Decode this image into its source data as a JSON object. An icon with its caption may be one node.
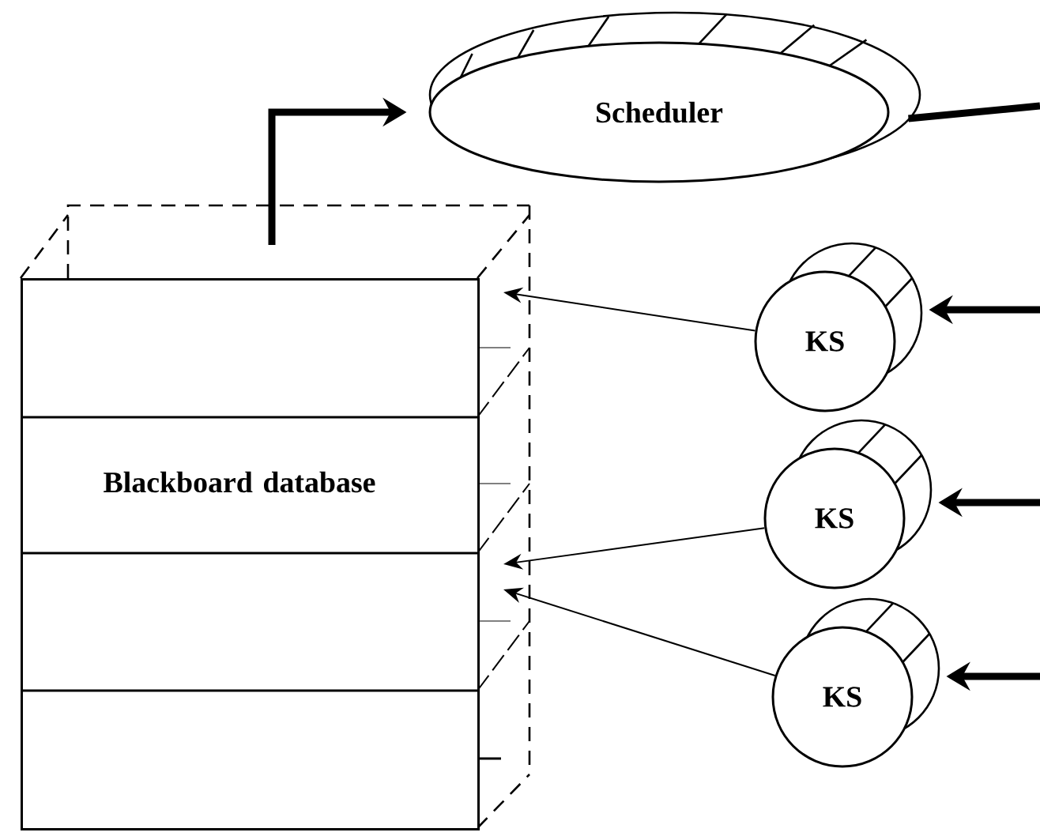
{
  "diagram": {
    "nodes": [
      {
        "text": [
          "Blackboard database"
        ]
      },
      {
        "text": [
          "Scheduler"
        ]
      },
      {
        "text": [
          "KS"
        ]
      },
      {
        "text": [
          "KS"
        ]
      },
      {
        "text": [
          "KS"
        ]
      }
    ],
    "edges": [
      {
        "from": 0,
        "to": 1,
        "arrow": "to"
      },
      {
        "from": 1,
        "to": null,
        "arrow": "none"
      },
      {
        "from": 2,
        "to": 0,
        "arrow": "to"
      },
      {
        "from": 3,
        "to": 0,
        "arrow": "to"
      },
      {
        "from": 4,
        "to": 0,
        "arrow": "to"
      },
      {
        "from": null,
        "to": 2,
        "arrow": "to"
      },
      {
        "from": null,
        "to": 3,
        "arrow": "to"
      },
      {
        "from": null,
        "to": 4,
        "arrow": "to"
      }
    ]
  }
}
